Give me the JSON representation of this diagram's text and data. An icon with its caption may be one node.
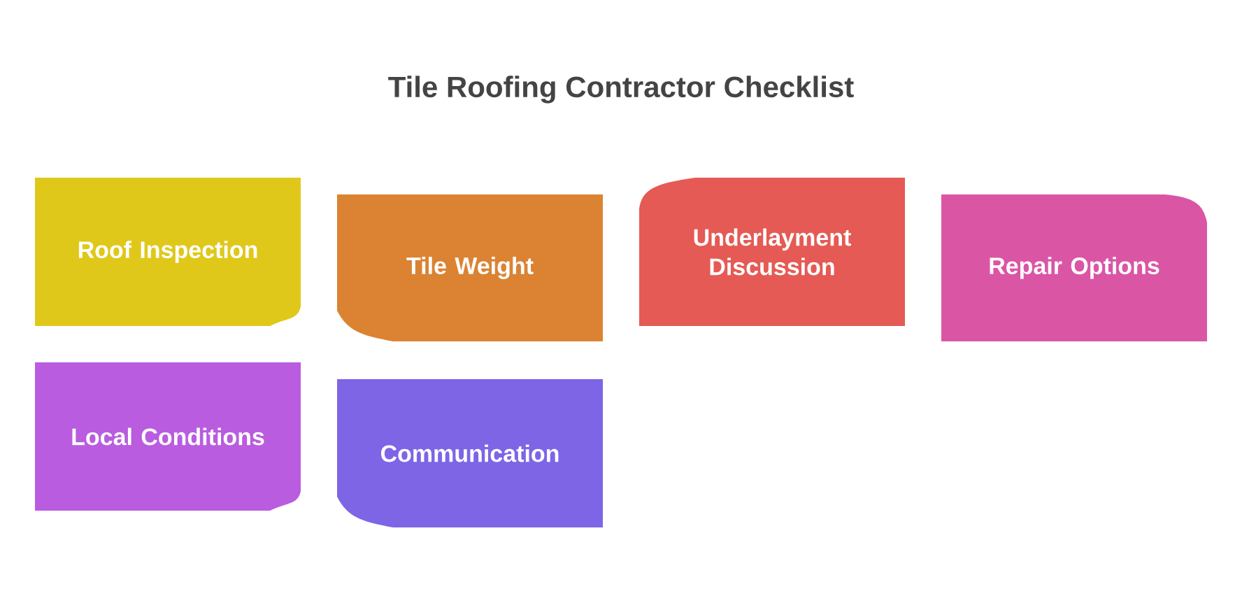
{
  "diagram": {
    "title": "Tile Roofing Contractor Checklist",
    "nodes": [
      {
        "text": [
          "Roof Inspection"
        ]
      },
      {
        "text": [
          "Tile Weight"
        ]
      },
      {
        "text": [
          "Underlayment Discussion"
        ]
      },
      {
        "text": [
          "Repair Options"
        ]
      },
      {
        "text": [
          "Local Conditions"
        ]
      },
      {
        "text": [
          "Communication"
        ]
      }
    ]
  }
}
